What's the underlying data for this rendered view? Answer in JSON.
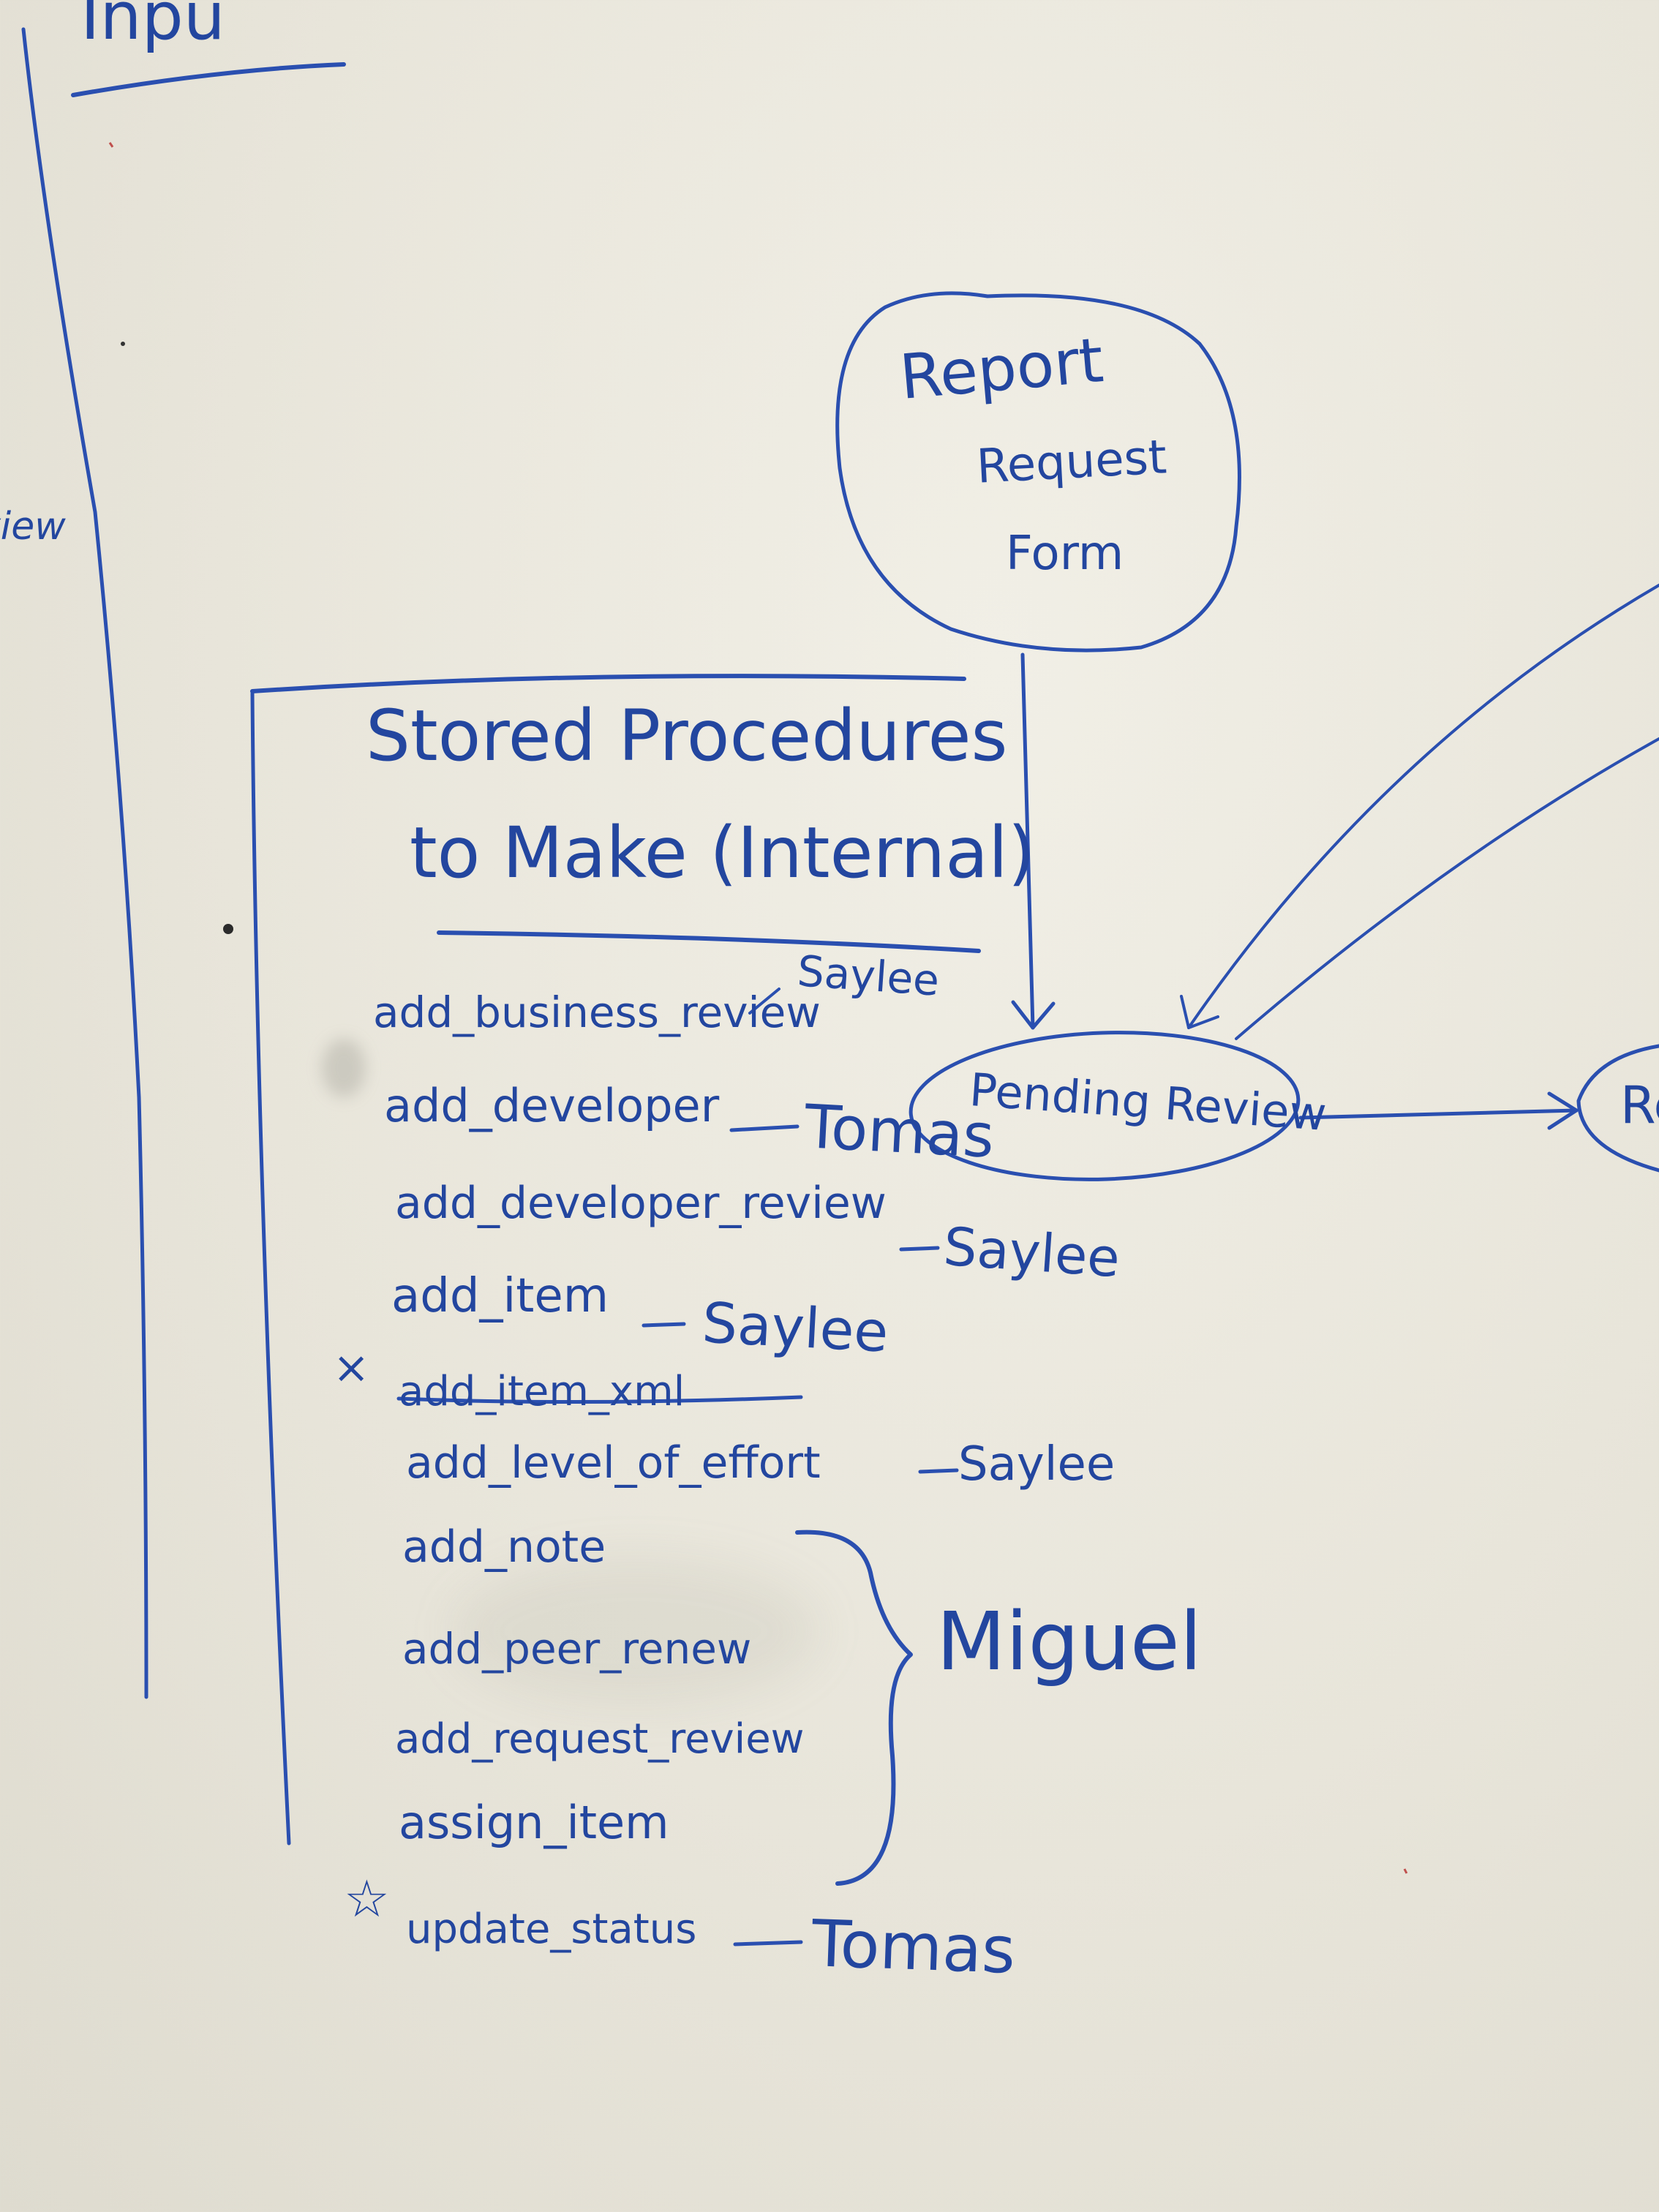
{
  "left_column": {
    "top_fragment": "Inpu",
    "side_fragment": "view"
  },
  "top_node": {
    "lines": [
      "Report",
      "Request",
      "Form"
    ]
  },
  "panel": {
    "title_line1": "Stored Procedures",
    "title_line2": "to Make (Internal)",
    "items": [
      {
        "name": "add_business_review",
        "assignee": "Saylee",
        "marker": ""
      },
      {
        "name": "add_developer",
        "assignee": "Tomas",
        "marker": ""
      },
      {
        "name": "add_developer_review",
        "assignee": "Saylee",
        "marker": ""
      },
      {
        "name": "add_item",
        "assignee": "Saylee",
        "marker": ""
      },
      {
        "name": "add_item_xml",
        "assignee": "",
        "marker": "×"
      },
      {
        "name": "add_level_of_effort",
        "assignee": "Saylee",
        "marker": ""
      },
      {
        "name": "add_note",
        "assignee": "",
        "marker": ""
      },
      {
        "name": "add_peer_renew",
        "assignee": "",
        "marker": ""
      },
      {
        "name": "add_request_review",
        "assignee": "",
        "marker": ""
      },
      {
        "name": "assign_item",
        "assignee": "",
        "marker": ""
      },
      {
        "name": "update_status",
        "assignee": "Tomas",
        "marker": "☆"
      }
    ],
    "group_assignee": "Miguel"
  },
  "pending_node": {
    "label": "Pending Review"
  },
  "right_node": {
    "label_fragment": "Re"
  },
  "colors": {
    "ink": "#2a4fb0",
    "board": "#ebe8de"
  }
}
